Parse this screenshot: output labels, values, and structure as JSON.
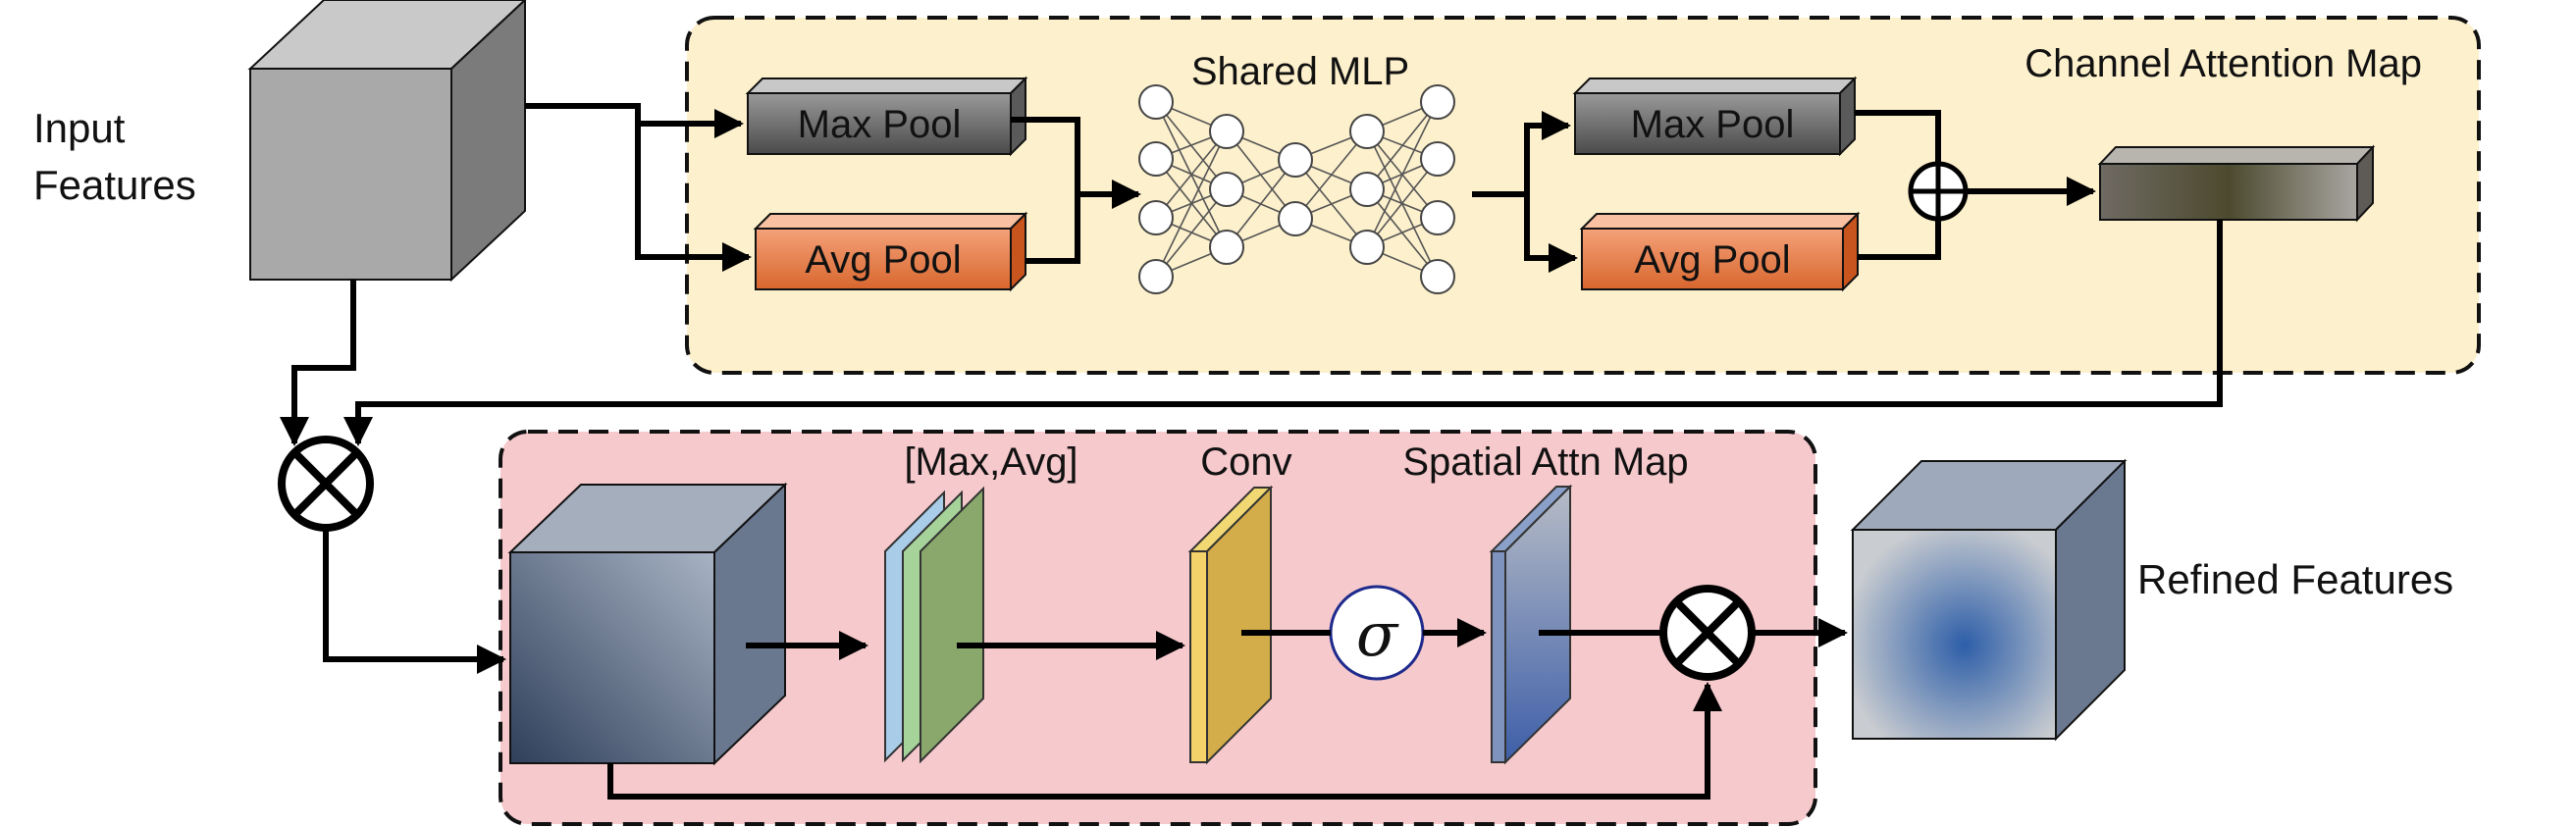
{
  "labels": {
    "input_features_line1": "Input",
    "input_features_line2": "Features",
    "shared_mlp": "Shared MLP",
    "channel_attention_map": "Channel Attention Map",
    "max_pool_in": "Max Pool",
    "avg_pool_in": "Avg Pool",
    "max_pool_out": "Max Pool",
    "avg_pool_out": "Avg Pool",
    "max_avg": "[Max,Avg]",
    "conv": "Conv",
    "spatial_attn_map": "Spatial Attn Map",
    "refined_features": "Refined Features",
    "sigma": "σ",
    "plus": "+"
  },
  "colors": {
    "channel_panel": "#fdf0cc",
    "spatial_panel": "#f6c9cc",
    "max_pool": "#6e6e6e",
    "avg_pool": "#e0804a",
    "input_cube": "#a9a9a9",
    "conv_layer": "#d9b24a",
    "spatial_map": "#5a78b8"
  }
}
